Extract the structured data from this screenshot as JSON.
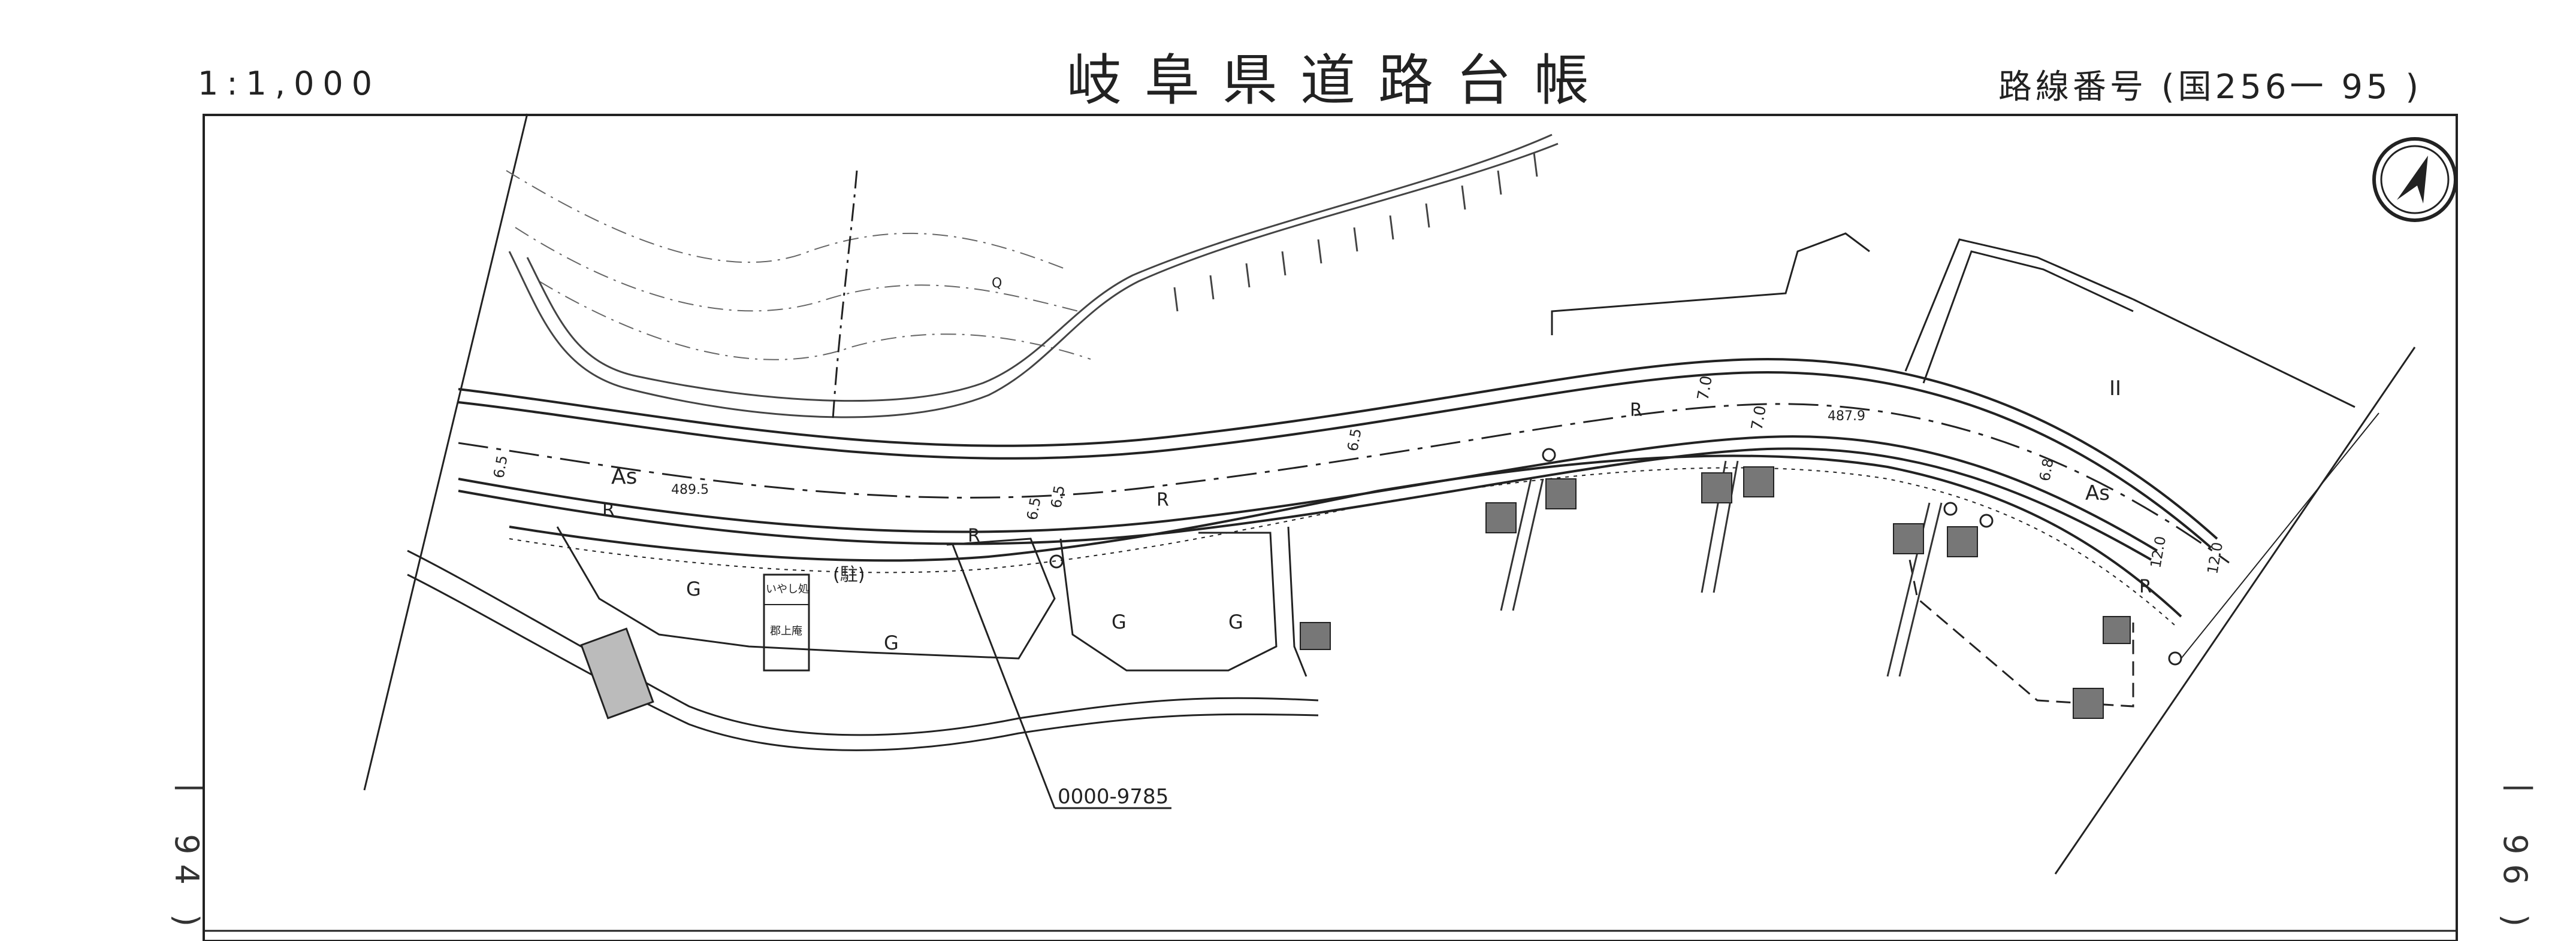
{
  "header": {
    "title": "岐阜県道路台帳",
    "scale": "1:1,000",
    "route_prefix": "路線番号",
    "route_number": "(国256一 95 )"
  },
  "side_refs": {
    "left": "一 94 )",
    "right": "一 96 )"
  },
  "map": {
    "land_labels": {
      "road_surface": "As",
      "rank_r": "R",
      "rank_g": "G",
      "parking": "(駐)",
      "building_upper": "いやし処",
      "building_lower": "郡上庵",
      "shrine": "II",
      "pond": "Q"
    },
    "elevations": [
      "489.5",
      "487.9"
    ],
    "widths": [
      "6.5",
      "6.5",
      "6.5",
      "6.5",
      "7.0",
      "7.0",
      "6.8",
      "12.0",
      "12.0"
    ],
    "reference_id": "0000-9785"
  },
  "north_arrow": {
    "icon": "north-arrow-icon"
  }
}
